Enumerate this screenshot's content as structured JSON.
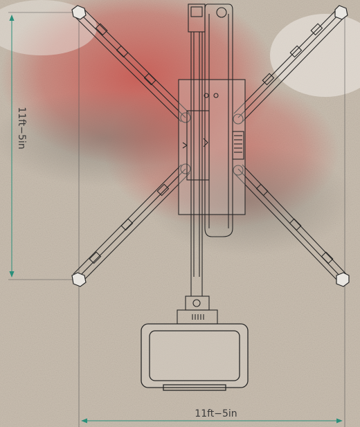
{
  "dimensions": {
    "height_label": "11ft−5in",
    "width_label": "11ft−5in"
  },
  "colors": {
    "background_dirt": "#cfc6b8",
    "background_red_machine": "#c0504a",
    "line": "#262626",
    "dimension_line": "#2a8f7a"
  },
  "drawing": {
    "view": "top view",
    "subject": "spider lift with four outriggers and work platform"
  }
}
